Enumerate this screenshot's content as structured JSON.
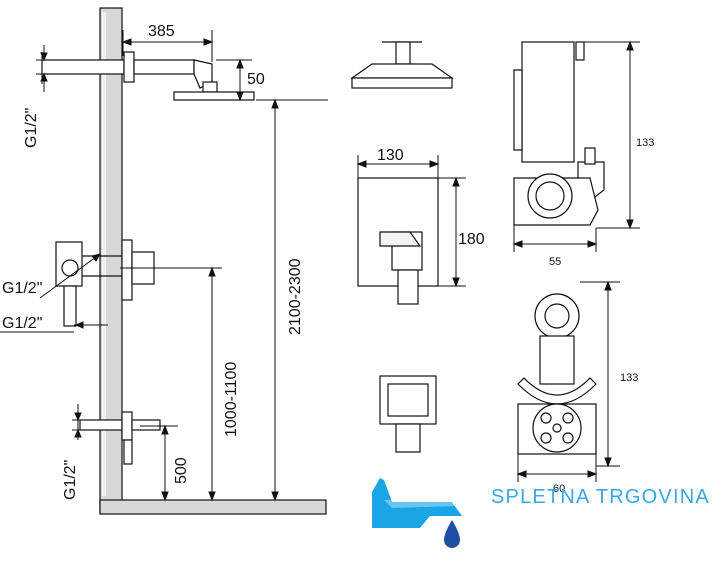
{
  "labels": {
    "width_385": "385",
    "drop_50": "50",
    "g12_top": "G1/2\"",
    "height_2100_2300": "2100-2300",
    "g12_mid_a": "G1/2\"",
    "g12_mid_b": "G1/2\"",
    "height_1000_1100": "1000-1100",
    "g12_bottom": "G1/2\"",
    "height_500": "500",
    "plate_width_130": "130",
    "plate_height_180": "180",
    "body_height_133_top": "133",
    "body_width_55": "55",
    "body_height_133_bottom": "133",
    "body_width_60": "60"
  },
  "brand": {
    "name": "SPLETNA TRGOVINA",
    "colors": {
      "tap": "#1aa5e6",
      "drop": "#1f4fa0",
      "text": "#3aa7e6"
    }
  },
  "colors": {
    "line": "#111111",
    "wall": "#d8d8d8"
  }
}
